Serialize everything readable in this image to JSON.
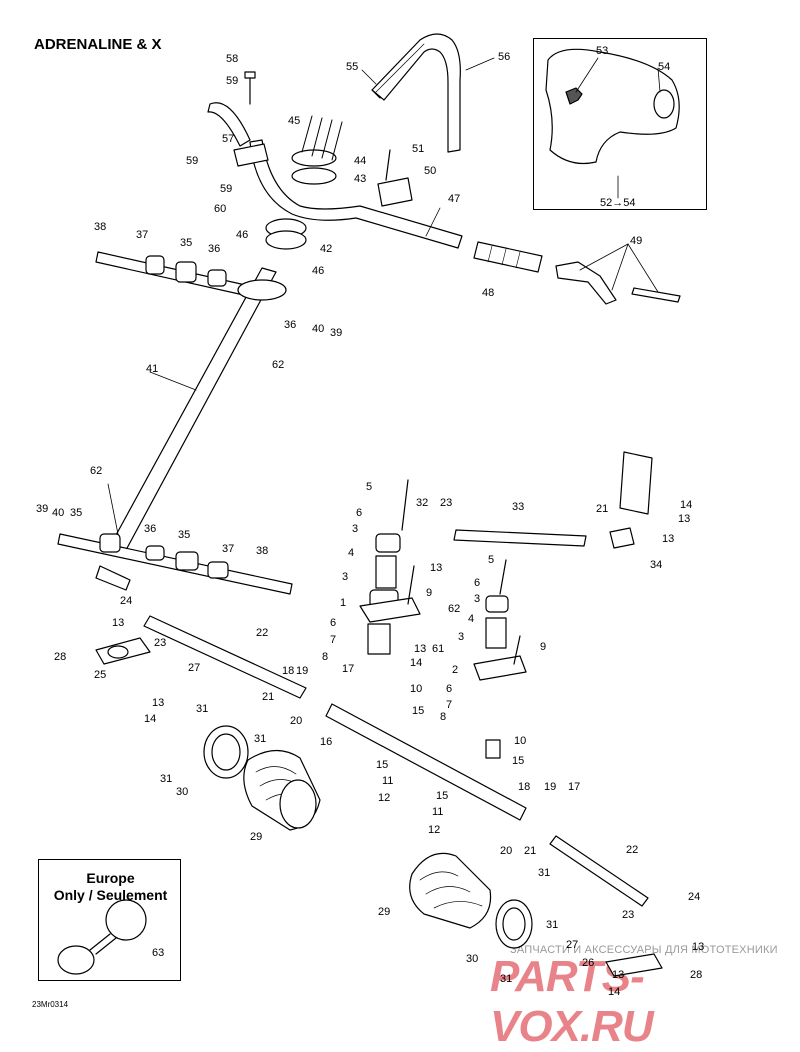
{
  "title": "ADRENALINE & X",
  "doc_ref": "23Mr0314",
  "europe_note": {
    "line1": "Europe",
    "line2": "Only / Seulement"
  },
  "watermark": {
    "top_text": "ЗАПЧАСТИ И АКСЕССУАРЫ ДЛЯ МОТОТЕХНИКИ",
    "logo_text": "PARTS-VOX.RU"
  },
  "callouts": [
    "58",
    "59",
    "57",
    "59",
    "59",
    "60",
    "56",
    "55",
    "45",
    "44",
    "43",
    "51",
    "50",
    "47",
    "53",
    "54",
    "52→54",
    "48",
    "49",
    "38",
    "37",
    "35",
    "36",
    "46",
    "42",
    "46",
    "36",
    "40",
    "39",
    "62",
    "41",
    "62",
    "39",
    "40",
    "35",
    "36",
    "35",
    "37",
    "38",
    "5",
    "32",
    "23",
    "33",
    "21",
    "14",
    "13",
    "13",
    "34",
    "6",
    "3",
    "4",
    "3",
    "13",
    "9",
    "5",
    "6",
    "3",
    "62",
    "4",
    "1",
    "6",
    "7",
    "8",
    "61",
    "13",
    "14",
    "10",
    "15",
    "3",
    "9",
    "2",
    "24",
    "13",
    "22",
    "28",
    "23",
    "25",
    "27",
    "13",
    "14",
    "18",
    "19",
    "17",
    "21",
    "20",
    "16",
    "6",
    "7",
    "8",
    "10",
    "15",
    "31",
    "31",
    "31",
    "30",
    "29",
    "15",
    "11",
    "12",
    "15",
    "11",
    "12",
    "18",
    "19",
    "17",
    "21",
    "20",
    "22",
    "31",
    "29",
    "31",
    "30",
    "31",
    "27",
    "24",
    "23",
    "13",
    "26",
    "13",
    "28",
    "14",
    "63"
  ]
}
